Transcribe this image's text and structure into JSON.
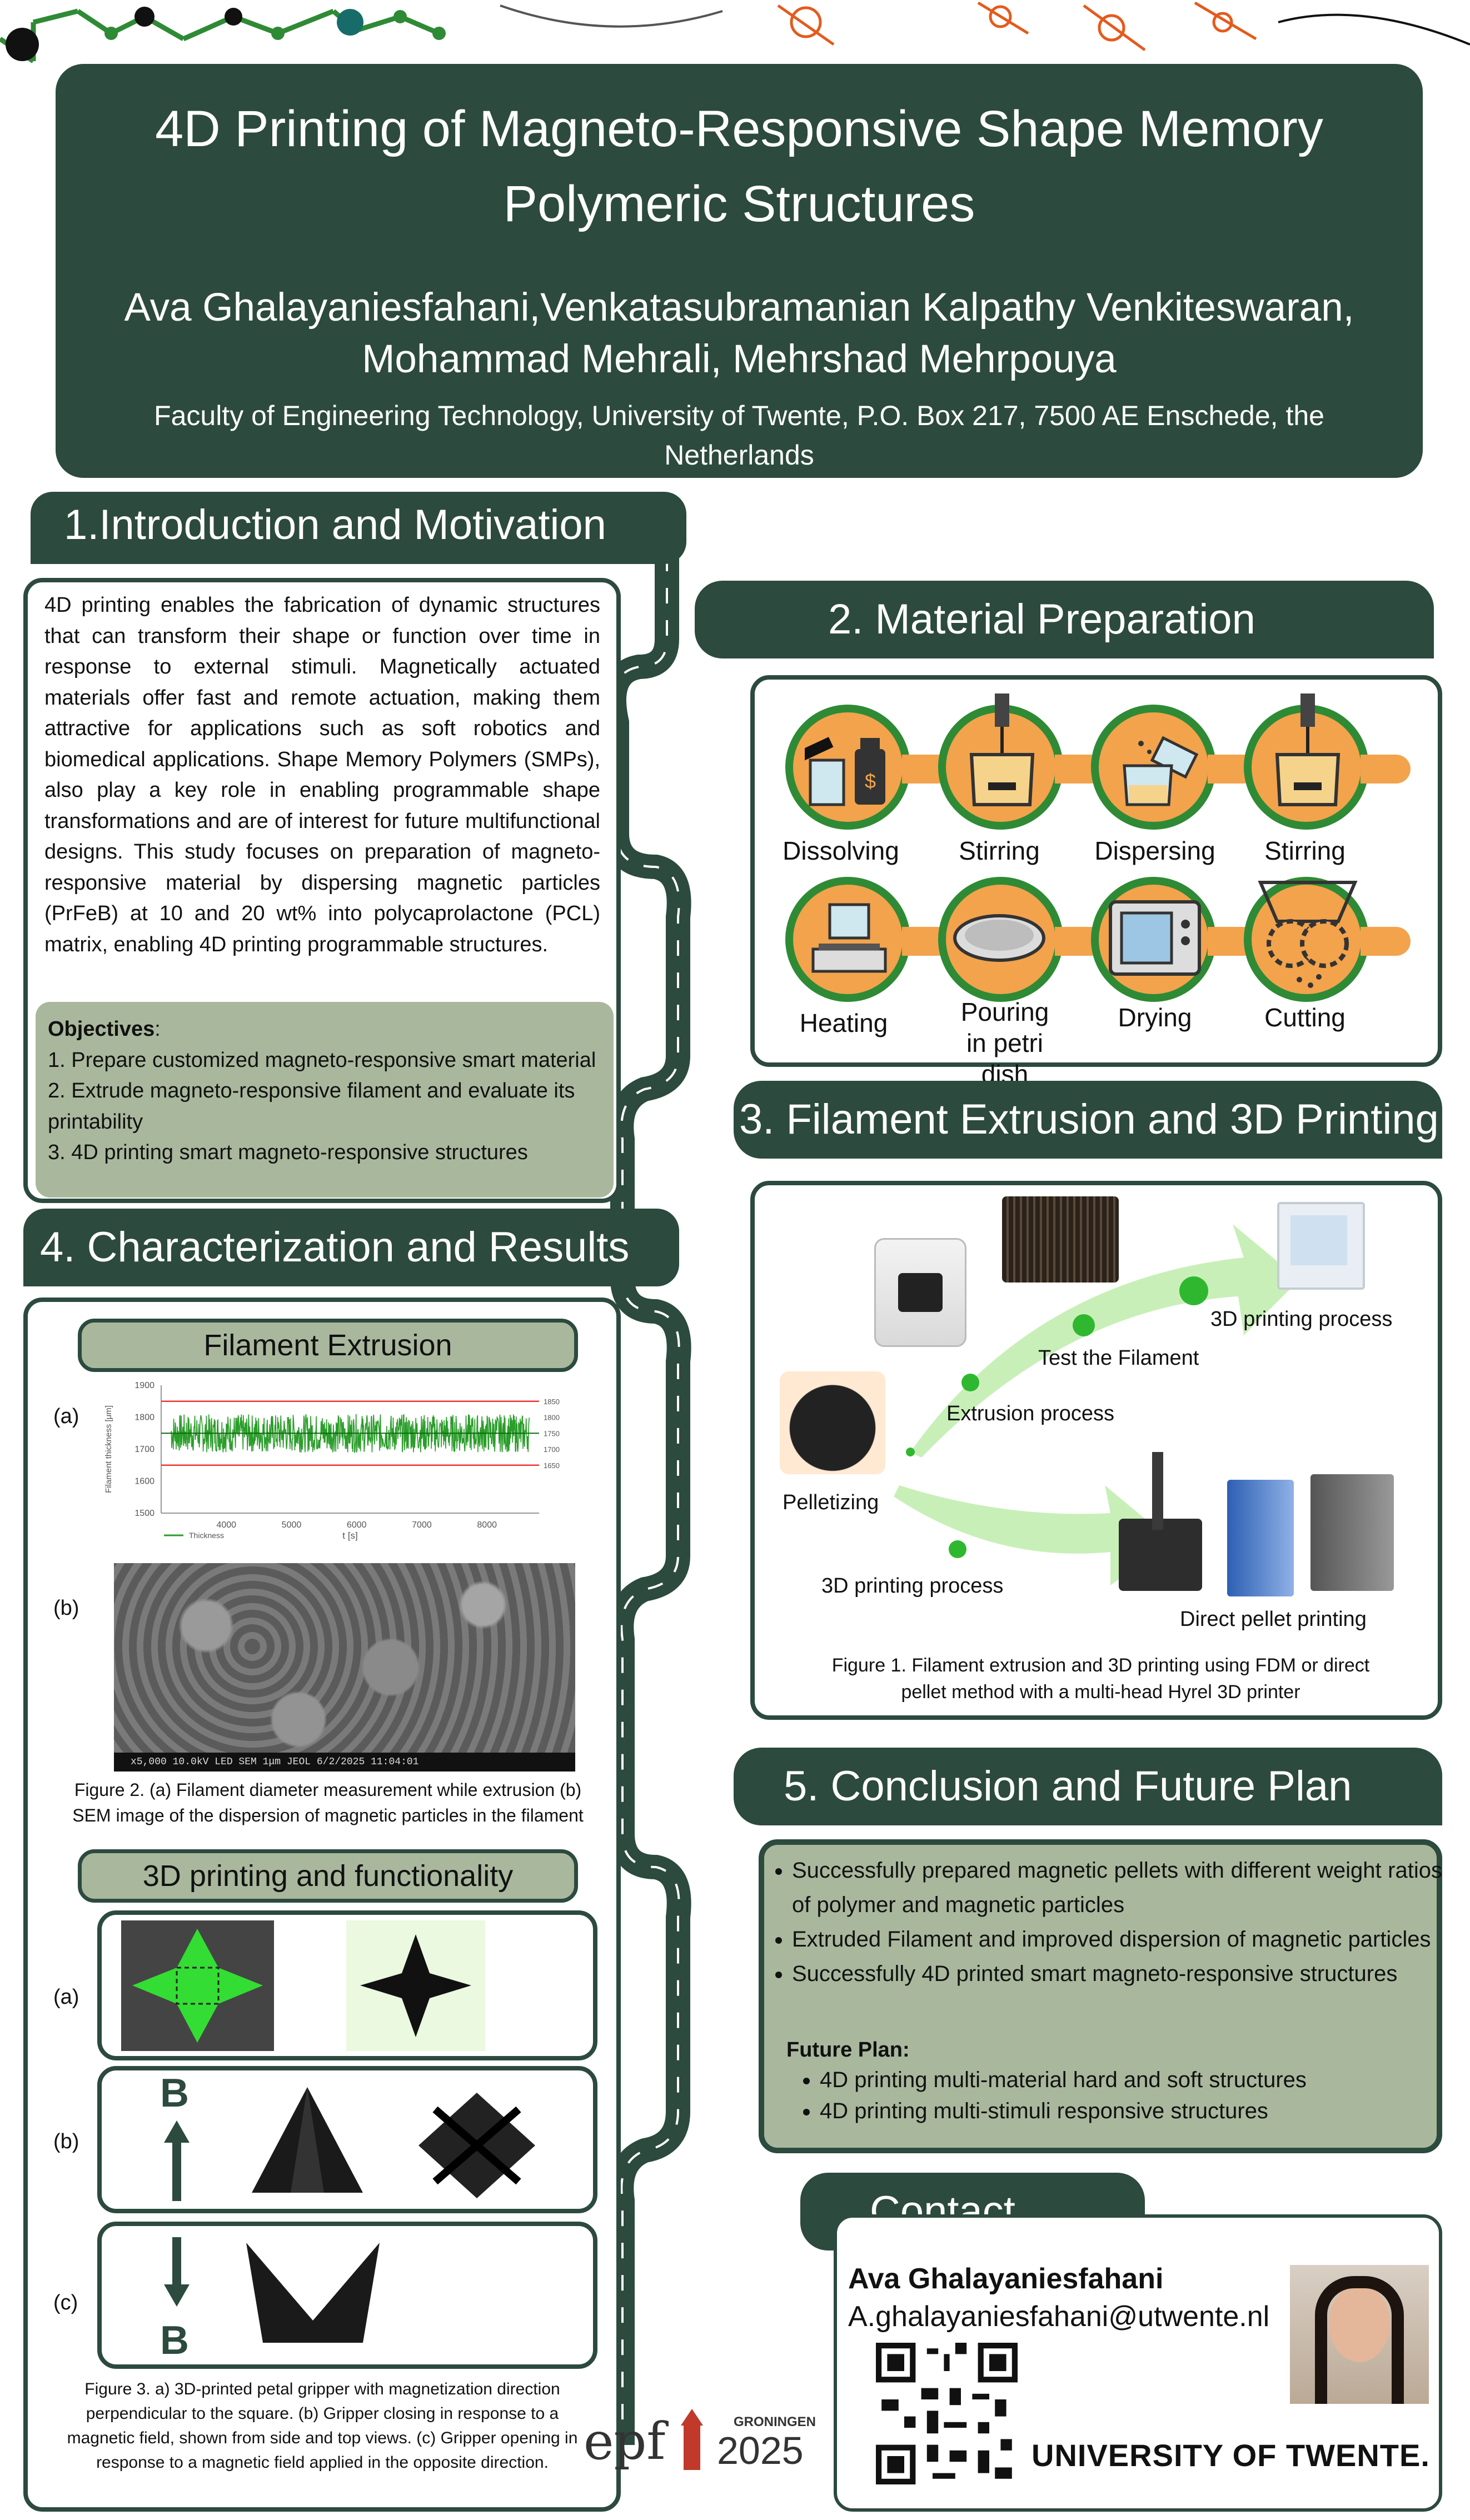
{
  "header": {
    "title_line1": "4D Printing of Magneto-Responsive Shape Memory",
    "title_line2": "Polymeric Structures",
    "authors_line1": "Ava Ghalayaniesfahani,Venkatasubramanian Kalpathy Venkiteswaran,",
    "authors_line2": "Mohammad Mehrali, Mehrshad Mehrpouya",
    "affiliation": "Faculty of Engineering Technology, University of Twente, P.O. Box 217, 7500 AE Enschede, the Netherlands"
  },
  "intro": {
    "heading": "1.Introduction and Motivation",
    "text": "4D printing enables the fabrication of dynamic structures that can transform their shape or function over time in response to external stimuli. Magnetically actuated materials offer fast and remote actuation, making them attractive for applications such as soft robotics and biomedical applications. Shape Memory Polymers (SMPs), also play a key role in enabling programmable shape transformations and are of interest for future multifunctional designs. This study focuses on preparation of magneto-responsive material by dispersing magnetic particles (PrFeB) at 10 and 20 wt% into polycaprolactone (PCL) matrix, enabling 4D printing programmable structures.",
    "objectives_title": "Objectives",
    "objectives": [
      "1. Prepare customized magneto-responsive smart material",
      "2. Extrude magneto-responsive filament and evaluate its printability",
      "3. 4D printing smart magneto-responsive structures"
    ]
  },
  "material": {
    "heading": "2. Material Preparation",
    "steps": [
      "Dissolving",
      "Stirring",
      "Dispersing",
      "Stirring",
      "Heating",
      "Pouring in petri dish",
      "Drying",
      "Cutting"
    ]
  },
  "extrusion": {
    "heading": "3. Filament Extrusion and 3D Printing",
    "labels": {
      "printing_top": "3D printing process",
      "test": "Test the Filament",
      "extrusion": "Extrusion process",
      "pelletizing": "Pelletizing",
      "printing_bottom": "3D printing process",
      "direct": "Direct pellet printing"
    },
    "caption": "Figure 1. Filament extrusion and 3D printing using FDM or direct pellet method with a multi-head Hyrel 3D printer"
  },
  "results": {
    "heading": "4. Characterization and Results",
    "sub1": "Filament Extrusion",
    "label_a": "(a)",
    "label_b": "(b)",
    "fig2_caption": "Figure 2. (a) Filament diameter measurement while extrusion (b) SEM image of the dispersion of magnetic particles in the filament",
    "sub2": "3D printing and functionality",
    "label_3a": "(a)",
    "label_3b": "(b)",
    "label_3c": "(c)",
    "field_b": "B",
    "field_c": "B",
    "fig3_caption": "Figure 3. a) 3D-printed petal gripper with magnetization direction perpendicular to the square. (b) Gripper closing in response to a magnetic field, shown from side and top views. (c) Gripper opening in response to a magnetic field applied in the opposite direction.",
    "sem_bar": "x5,000   10.0kV  LED   SEM   1μm   JEOL   6/2/2025   11:04:01"
  },
  "chart_data": {
    "type": "line",
    "title": "",
    "xlabel": "t [s]",
    "ylabel": "Filament thickness [μm]",
    "xlim": [
      3000,
      8800
    ],
    "ylim": [
      1500,
      1900
    ],
    "x_ticks": [
      4000,
      5000,
      6000,
      7000,
      8000
    ],
    "y_ticks": [
      1500,
      1600,
      1700,
      1800,
      1900
    ],
    "right_ticks": [
      1650,
      1700,
      1750,
      1800,
      1850
    ],
    "limit_lines": [
      1650,
      1850
    ],
    "series": [
      {
        "name": "Thickness",
        "mean": 1750,
        "band": [
          1690,
          1810
        ],
        "color": "#2a9d2a"
      }
    ],
    "legend": "bottom-left"
  },
  "conclusion": {
    "heading": "5. Conclusion and Future Plan",
    "bullets": [
      "Successfully prepared magnetic pellets with different weight ratios of polymer and magnetic particles",
      "Extruded Filament and improved dispersion of magnetic particles",
      "Successfully 4D printed smart magneto-responsive structures"
    ],
    "future_title": "Future Plan:",
    "future": [
      "4D printing multi-material hard and soft structures",
      "4D printing multi-stimuli responsive structures"
    ]
  },
  "contact": {
    "heading": "Contact",
    "name": "Ava Ghalayaniesfahani",
    "email": "A.ghalayaniesfahani@utwente.nl",
    "university": "UNIVERSITY OF TWENTE.",
    "conf_brand": "epf",
    "conf_city": "GRONINGEN",
    "conf_year": "2025"
  },
  "colors": {
    "dark_green": "#2c4a3e",
    "sage": "#a9b89d",
    "orange": "#f2a34c",
    "green_ring": "#2f8a35",
    "bright_green": "#33dd33"
  }
}
